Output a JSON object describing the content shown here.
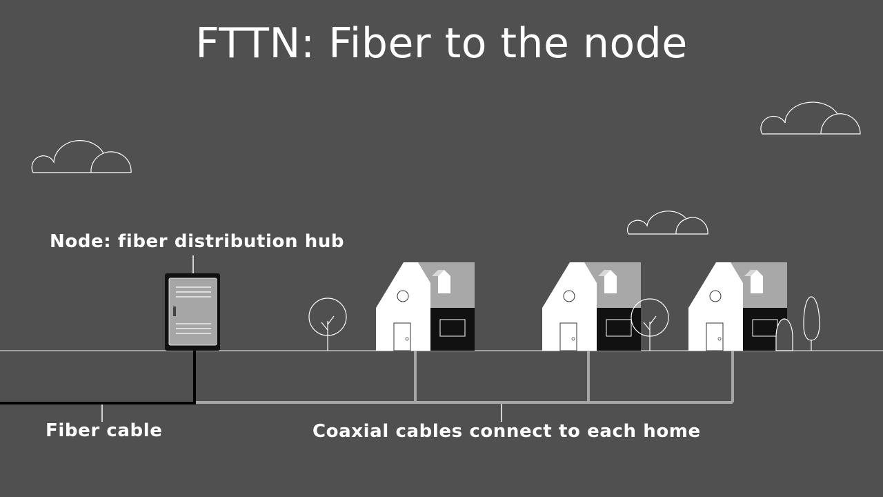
{
  "title": "FTTN: Fiber to the node",
  "labels": {
    "node": "Node: fiber distribution hub",
    "fiber_cable": "Fiber cable",
    "coaxial_cables": "Coaxial cables connect to each home"
  },
  "colors": {
    "background": "#505050",
    "fiber": "#000000",
    "coax": "#a6a6a6",
    "house_light": "#ffffff",
    "house_dark": "#111111",
    "roof": "#a8a8a8"
  }
}
